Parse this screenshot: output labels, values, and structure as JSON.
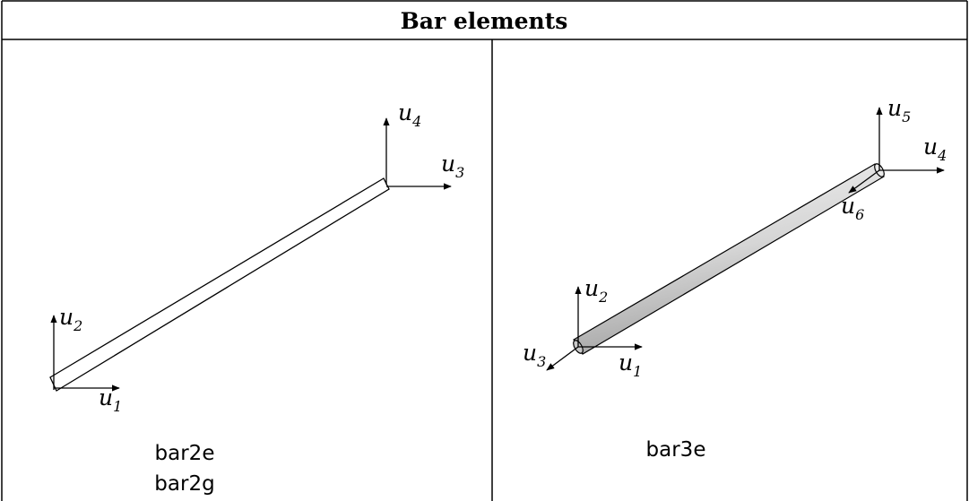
{
  "title": "Bar elements",
  "left_panel": {
    "labels": {
      "u1": {
        "base": "u",
        "sub": "1"
      },
      "u2": {
        "base": "u",
        "sub": "2"
      },
      "u3": {
        "base": "u",
        "sub": "3"
      },
      "u4": {
        "base": "u",
        "sub": "4"
      }
    },
    "element_names": [
      "bar2e",
      "bar2g"
    ]
  },
  "right_panel": {
    "labels": {
      "u1": {
        "base": "u",
        "sub": "1"
      },
      "u2": {
        "base": "u",
        "sub": "2"
      },
      "u3": {
        "base": "u",
        "sub": "3"
      },
      "u4": {
        "base": "u",
        "sub": "4"
      },
      "u5": {
        "base": "u",
        "sub": "5"
      },
      "u6": {
        "base": "u",
        "sub": "6"
      }
    },
    "element_names": [
      "bar3e"
    ]
  },
  "colors": {
    "line": "#000000",
    "bar_fill_light": "#f4f4f4",
    "bar_fill_dark": "#a8a8a8"
  }
}
